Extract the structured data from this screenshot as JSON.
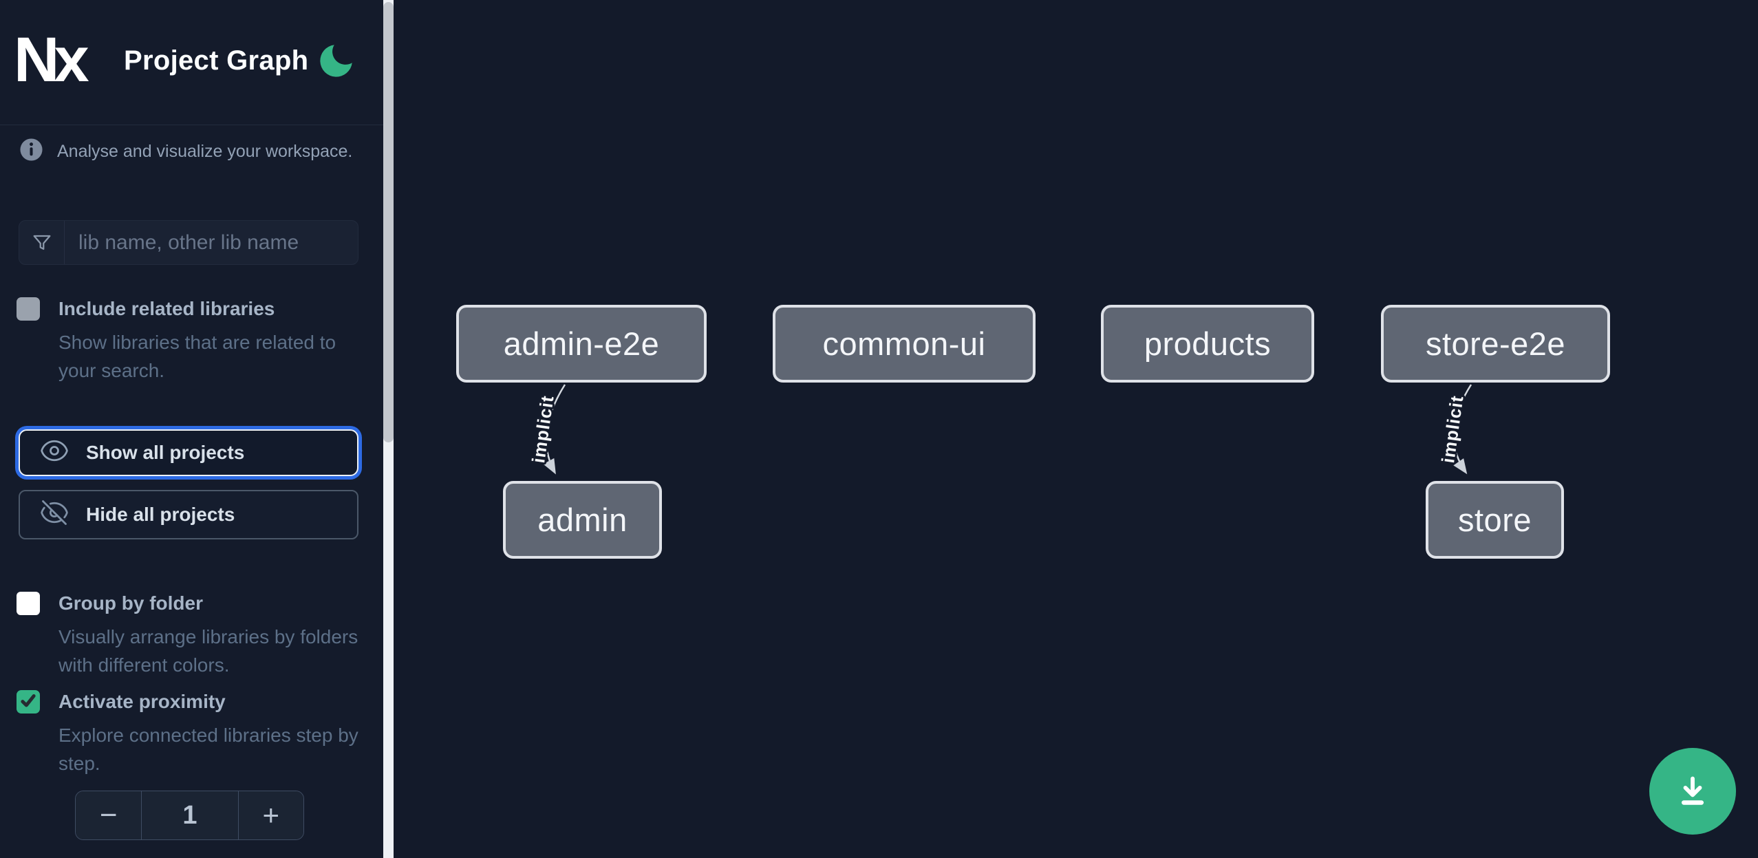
{
  "header": {
    "logo": "Nx",
    "title": "Project Graph"
  },
  "sidebar": {
    "tagline": "Analyse and visualize your workspace.",
    "search": {
      "placeholder": "lib name, other lib name",
      "value": ""
    },
    "options": {
      "include_related": {
        "label": "Include related libraries",
        "description": "Show libraries that are related to your search.",
        "checked": false,
        "disabled": true
      },
      "group_by_folder": {
        "label": "Group by folder",
        "description": "Visually arrange libraries by folders with different colors.",
        "checked": false
      },
      "activate_proximity": {
        "label": "Activate proximity",
        "description": "Explore connected libraries step by step.",
        "checked": true
      }
    },
    "actions": {
      "show_all": "Show all projects",
      "hide_all": "Hide all projects"
    },
    "stepper": {
      "decrement": "−",
      "value": "1",
      "increment": "+"
    }
  },
  "graph": {
    "nodes": [
      {
        "label": "admin-e2e"
      },
      {
        "label": "common-ui"
      },
      {
        "label": "products"
      },
      {
        "label": "store-e2e"
      },
      {
        "label": "admin"
      },
      {
        "label": "store"
      }
    ],
    "edges": [
      {
        "from": "admin-e2e",
        "to": "admin",
        "label": "implicit",
        "type": "implicit"
      },
      {
        "from": "store-e2e",
        "to": "store",
        "label": "implicit",
        "type": "implicit"
      }
    ]
  },
  "colors": {
    "accent_green": "#35b586",
    "focus_ring_blue": "#2d6ae3",
    "node_fill": "#5f6673",
    "node_border": "#dfe2e8",
    "sidebar_bg": "#141b2b",
    "canvas_bg": "#131a2a"
  },
  "icons": {
    "theme_toggle": "moon-icon",
    "search": "funnel-icon",
    "show_all": "eye-icon",
    "hide_all": "eye-off-icon",
    "fab": "download-icon",
    "info": "info-icon"
  }
}
